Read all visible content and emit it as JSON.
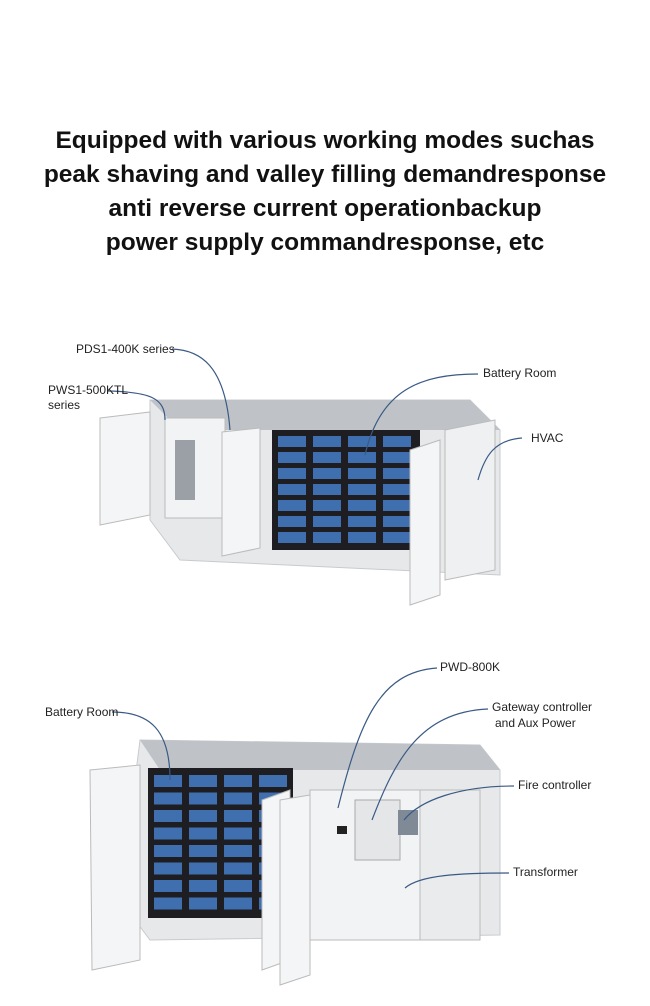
{
  "headline": {
    "lines": [
      "Equipped with various working modes suchas",
      "peak shaving and valley filling demandresponse",
      "anti reverse current operationbackup",
      "power supply commandresponse, etc"
    ]
  },
  "diagram_top": {
    "labels": {
      "pds": "PDS1-400K series",
      "pws_line1": "PWS1-500KTL",
      "pws_line2": "series",
      "battery": "Battery Room",
      "hvac": "HVAC"
    }
  },
  "diagram_bottom": {
    "labels": {
      "pwd": "PWD-800K",
      "battery": "Battery Room",
      "gateway_line1": "Gateway controller",
      "gateway_line2": "and Aux Power",
      "fire": "Fire controller",
      "transformer": "Transformer"
    }
  },
  "colors": {
    "leader": "#3a5a85",
    "battery_cell": "#3f6fae",
    "rack": "#1e1e22",
    "panel": "#eceeef"
  }
}
